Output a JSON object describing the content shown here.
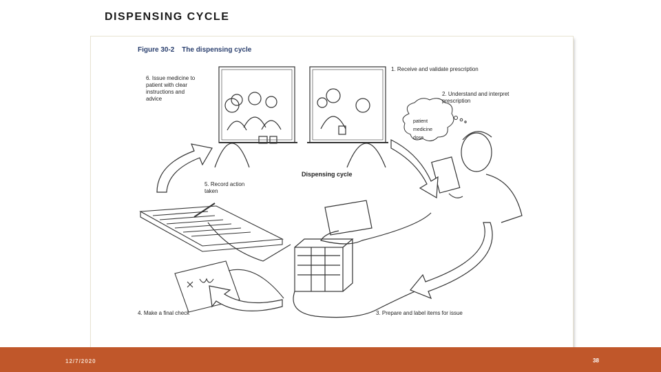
{
  "slide": {
    "title": "DISPENSING CYCLE",
    "footer_date": "12/7/2020",
    "page_number": "38"
  },
  "figure": {
    "caption_number": "Figure 30-2",
    "caption_title": "The dispensing cycle",
    "center_label": "Dispensing cycle",
    "steps": [
      {
        "label": "1. Receive and validate prescription"
      },
      {
        "label": "2. Understand and interpret prescription"
      },
      {
        "label": "3. Prepare and label items for issue"
      },
      {
        "label": "4. Make a final check"
      },
      {
        "label": "5. Record action taken"
      },
      {
        "label": "6. Issue medicine to patient with clear instructions and advice"
      }
    ],
    "thought_bubble": [
      "patient",
      "medicine",
      "dose"
    ]
  },
  "colors": {
    "footer": "#c0572a",
    "caption": "#2a3f6e"
  }
}
